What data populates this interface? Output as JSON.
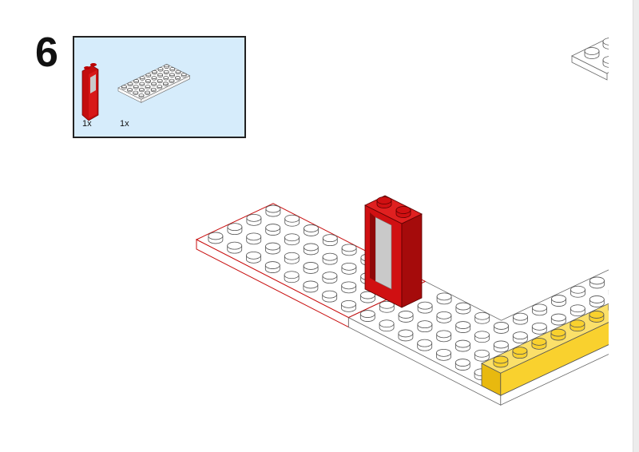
{
  "step": {
    "number": "6"
  },
  "parts_list": {
    "items": [
      {
        "name": "door-frame-1x2x3",
        "color": "#d01012",
        "quantity": "1x"
      },
      {
        "name": "plate-4x8",
        "color": "#ffffff",
        "quantity": "1x"
      }
    ]
  },
  "colors": {
    "red": "#c80f0f",
    "yellow": "#f9d12e",
    "white": "#ffffff",
    "panel": "#d6ecfb",
    "glass": "#c9c9c9"
  }
}
